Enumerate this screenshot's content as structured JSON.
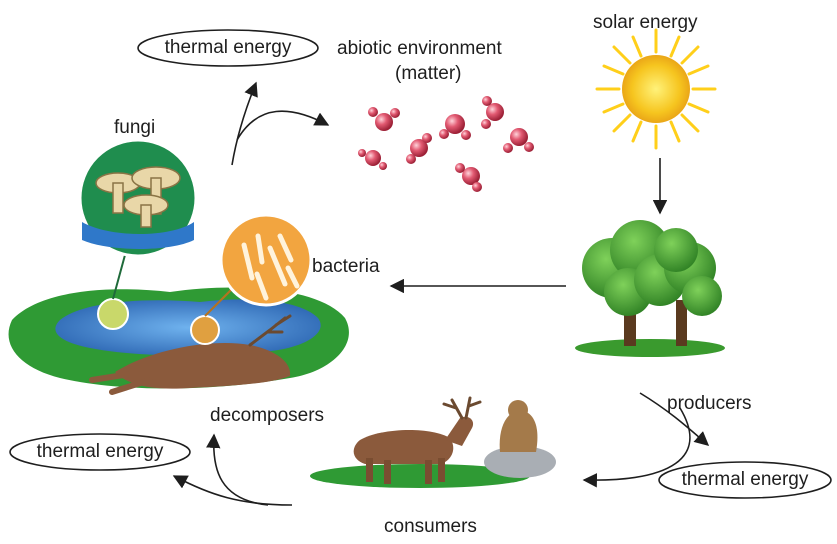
{
  "labels": {
    "solar_energy": "solar energy",
    "abiotic_line1": "abiotic environment",
    "abiotic_line2": "(matter)",
    "fungi": "fungi",
    "bacteria": "bacteria",
    "producers": "producers",
    "decomposers": "decomposers",
    "consumers": "consumers"
  },
  "thermal_energy": [
    "thermal energy",
    "thermal energy",
    "thermal energy"
  ],
  "colors": {
    "sun_core": "#f6c51f",
    "sun_rays": "#ffcf1a",
    "molecule": "#d9435d",
    "grass": "#2f9a34",
    "water": "#2f78c9",
    "tree": "#3b9e2e",
    "trunk": "#5a3a1f",
    "fungi_bg": "#1f8d4e",
    "bacteria_bg": "#f2a540",
    "deer": "#8b5a3c",
    "arrow": "#1e1e1e"
  }
}
